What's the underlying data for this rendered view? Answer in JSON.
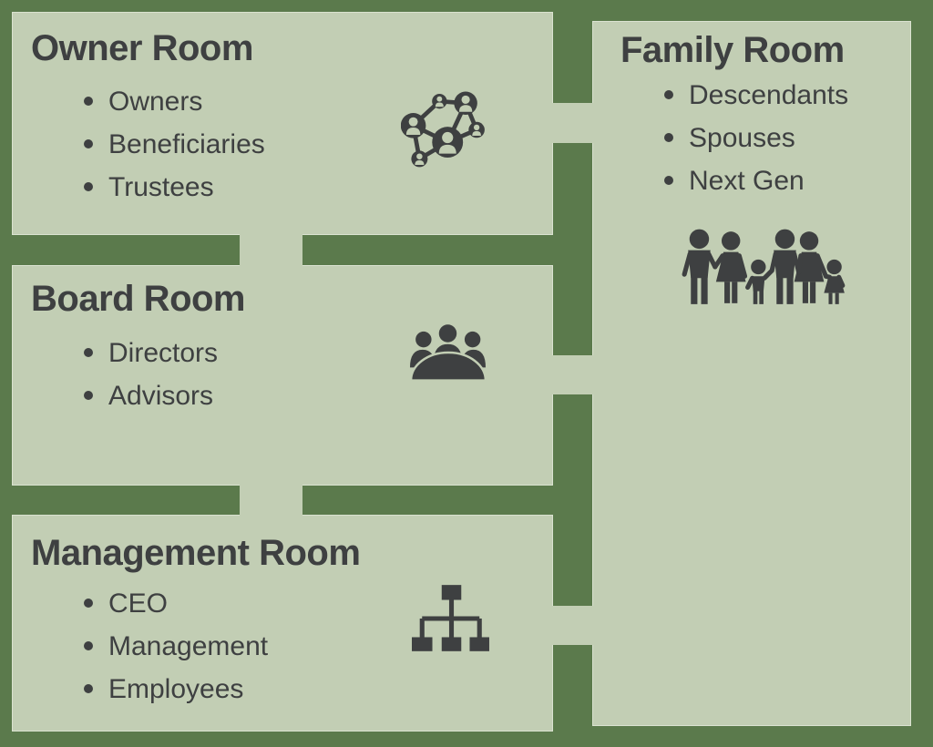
{
  "palette": {
    "background": "#5B7A4C",
    "room_fill": "#C2CEB4",
    "ink": "#3E4041"
  },
  "rooms": {
    "owner": {
      "title": "Owner Room",
      "items": [
        "Owners",
        "Beneficiaries",
        "Trustees"
      ],
      "icon": "people-network-icon"
    },
    "board": {
      "title": "Board Room",
      "items": [
        "Directors",
        "Advisors"
      ],
      "icon": "meeting-table-icon"
    },
    "management": {
      "title": "Management Room",
      "items": [
        "CEO",
        "Management",
        "Employees"
      ],
      "icon": "org-chart-icon"
    },
    "family": {
      "title": "Family Room",
      "items": [
        "Descendants",
        "Spouses",
        "Next Gen"
      ],
      "icon": "family-icon"
    }
  }
}
